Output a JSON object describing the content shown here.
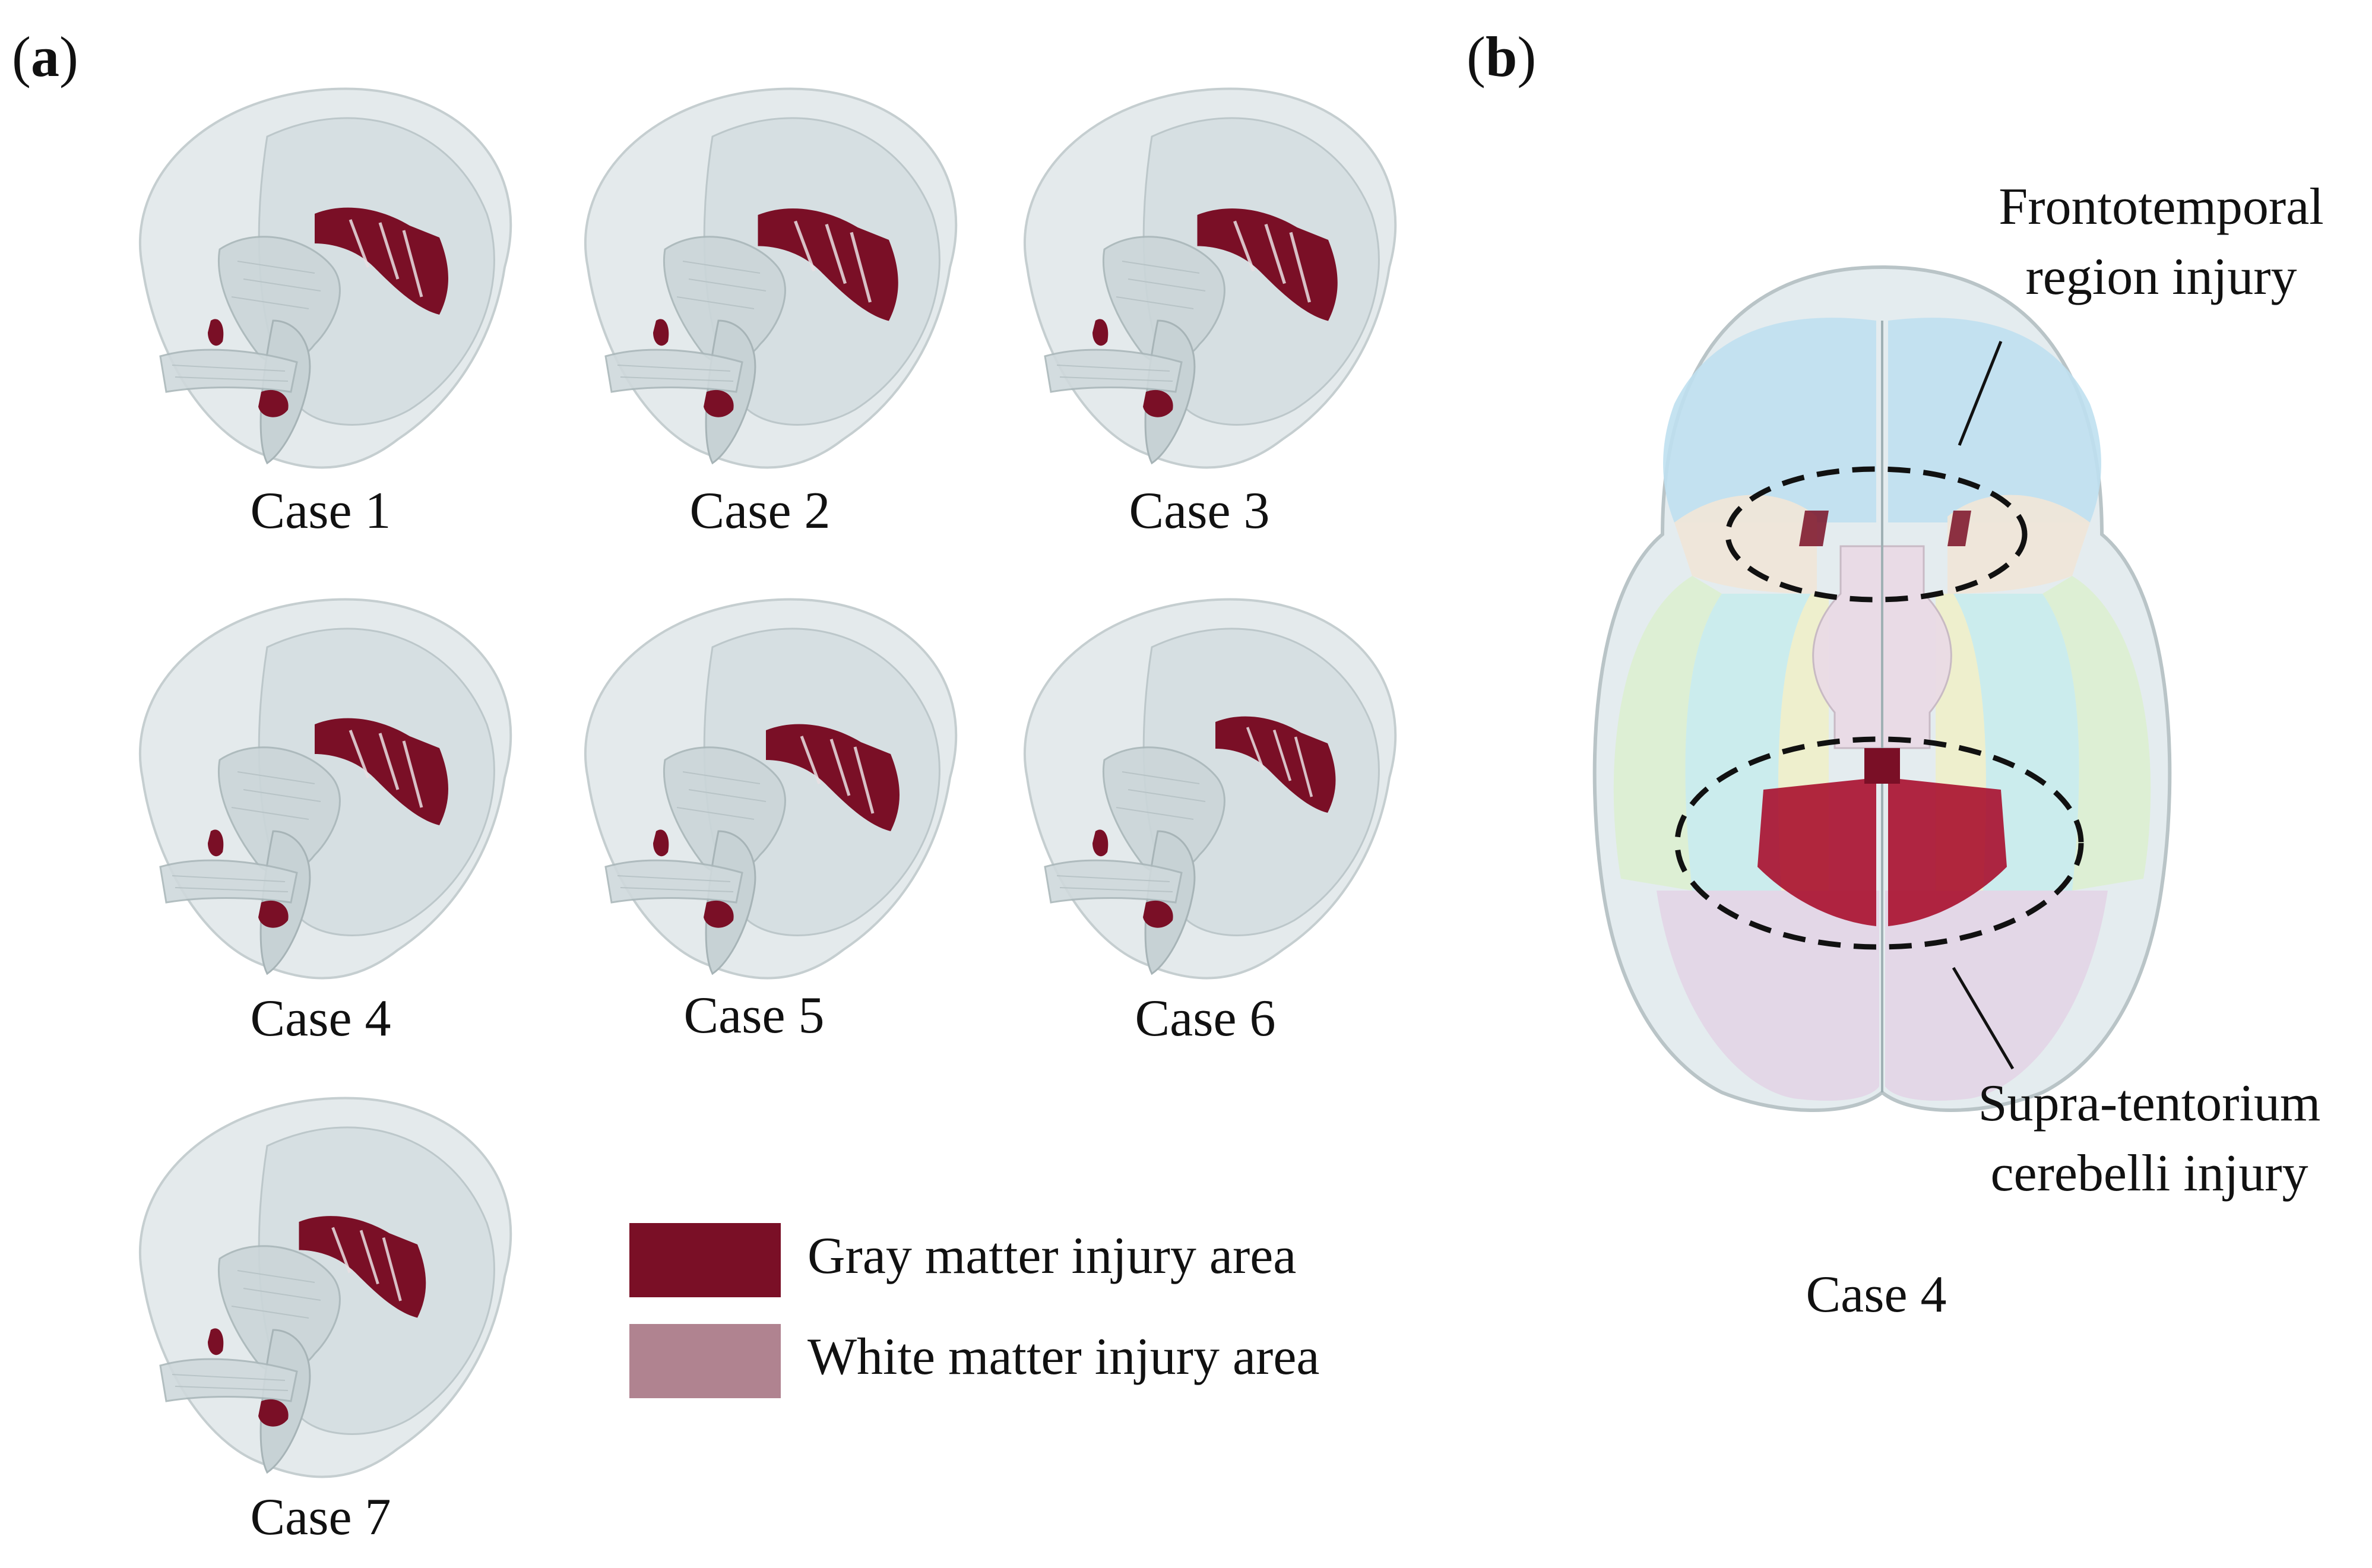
{
  "panels": {
    "a": {
      "open": "(",
      "letter": "a",
      "close": ")"
    },
    "b": {
      "open": "(",
      "letter": "b",
      "close": ")"
    }
  },
  "cases": [
    {
      "label": "Case 1"
    },
    {
      "label": "Case 2"
    },
    {
      "label": "Case 3"
    },
    {
      "label": "Case 4"
    },
    {
      "label": "Case 5"
    },
    {
      "label": "Case 6"
    },
    {
      "label": "Case 7"
    }
  ],
  "legend": [
    {
      "label": "Gray matter injury area",
      "color": "#7a0f26"
    },
    {
      "label": "White matter injury area",
      "color": "#b08390"
    }
  ],
  "panel_b": {
    "case_label": "Case 4",
    "callout_frontotemporal": [
      "Frontotemporal",
      "region injury"
    ],
    "callout_supratentorium": [
      "Supra-tentorium",
      "cerebelli injury"
    ]
  },
  "colors": {
    "gray_matter": "#7a0f26",
    "white_matter": "#b08390",
    "skull_fill": "#dde5e7",
    "skull_stroke": "#b9c4c7",
    "frontal": "#bfe0ef",
    "temporal_front": "#efe6d8",
    "temporal_side": "#dcefd2",
    "occipital": "#e3d6e6",
    "cerebellum_mid": "#eadbe6",
    "insula": "#c8ecec",
    "parietal_yellow": "#eef0c9"
  }
}
